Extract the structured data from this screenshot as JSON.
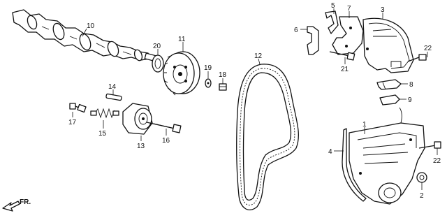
{
  "callouts": [
    {
      "id": "camshaft",
      "label": "10"
    },
    {
      "id": "oil-seal",
      "label": "20"
    },
    {
      "id": "cam-pulley",
      "label": "11"
    },
    {
      "id": "pin",
      "label": "14"
    },
    {
      "id": "bolt-17",
      "label": "17"
    },
    {
      "id": "spring",
      "label": "15"
    },
    {
      "id": "tensioner",
      "label": "13"
    },
    {
      "id": "bolt-16",
      "label": "16"
    },
    {
      "id": "washer",
      "label": "19"
    },
    {
      "id": "bolt-18",
      "label": "18"
    },
    {
      "id": "timing-belt",
      "label": "12"
    },
    {
      "id": "bracket-5",
      "label": "5"
    },
    {
      "id": "bracket-7",
      "label": "7"
    },
    {
      "id": "upper-cover",
      "label": "3"
    },
    {
      "id": "gasket-6",
      "label": "6"
    },
    {
      "id": "bolt-22-top",
      "label": "22"
    },
    {
      "id": "bolt-21",
      "label": "21"
    },
    {
      "id": "clip-8",
      "label": "8"
    },
    {
      "id": "clip-9",
      "label": "9"
    },
    {
      "id": "lower-cover",
      "label": "1"
    },
    {
      "id": "seal-4",
      "label": "4"
    },
    {
      "id": "bolt-22-bottom",
      "label": "22"
    },
    {
      "id": "plug",
      "label": "2"
    }
  ],
  "direction_marker": {
    "label": "FR."
  }
}
